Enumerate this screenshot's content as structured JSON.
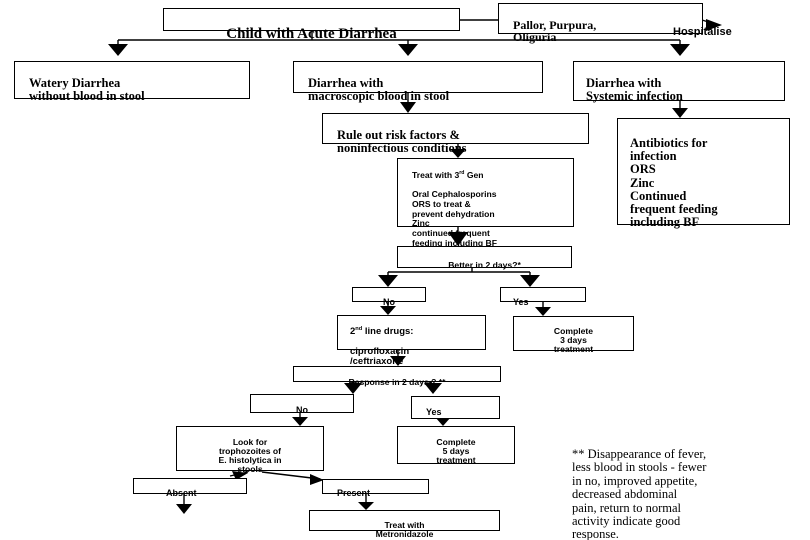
{
  "diagram": {
    "root": "Child with Acute Diarrhea",
    "danger_signs": "Pallor, Purpura,\nOliguria",
    "hospitalise": "Hospitalise",
    "watery": "Watery Diarrhea\nwithout blood in stool",
    "bloody": "Diarrhea with\nmacroscopic blood in stool",
    "systemic": "Diarrhea with\nSystemic infection",
    "rule_out": "Rule out  risk factors &\nnoninfectious conditions",
    "treat_first": {
      "line1_pre": "Treat with 3",
      "line1_sup": "rd",
      "line1_post": " Gen",
      "rest": "Oral  Cephalosporins\nORS to treat &\nprevent dehydration\nZinc\ncontinued frequent\nfeeding including BF"
    },
    "systemic_treatment": "Antibiotics for\ninfection\nORS\nZinc\nContinued\nfrequent feeding\nincluding BF",
    "better_2_days": "Better in 2 days?*",
    "no_1": "No",
    "yes_1": "Yes",
    "second_line": {
      "line1_pre": "2",
      "line1_sup": "nd",
      "line1_post": " line drugs:",
      "rest": "ciprofloxacin\n/ceftriaxone"
    },
    "complete_3": "Complete\n3 days\ntreatment",
    "response_2_days": "Response in 2 days ? **",
    "no_2": "No",
    "yes_2": "Yes",
    "look_for": "Look for\ntrophozoites of\nE. histolytica in\nstools",
    "complete_5": "Complete\n5 days\ntreatment",
    "absent": "Absent",
    "present": "Present",
    "metronidazole": "Treat with\nMetronidazole",
    "footnote": "**  Disappearance of fever,\nless blood in stools - fewer\nin no, improved appetite,\ndecreased abdominal\n pain, return to  normal\nactivity indicate good\nresponse."
  }
}
